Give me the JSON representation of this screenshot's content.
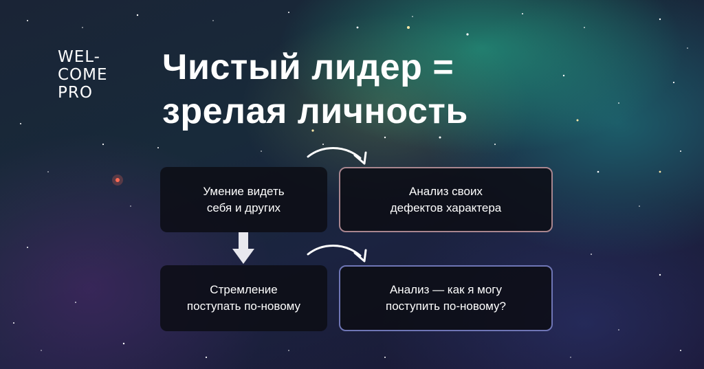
{
  "logo": {
    "line1": "WEL-",
    "line2": "COME",
    "line3": "PRO"
  },
  "headline": {
    "line1": "Чистый лидер =",
    "line2": "зрелая личность"
  },
  "boxes": {
    "top_left": "Умение видеть\nсебя и других",
    "top_right": "Анализ своих\nдефектов характера",
    "bottom_left": "Стремление\nпоступать по-новому",
    "bottom_right": "Анализ — как я могу\nпоступить по-новому?"
  },
  "colors": {
    "box_fill": "#0c0e16",
    "top_right_border": "#a9868f",
    "bottom_right_border": "#6f76b6",
    "text": "#ffffff"
  },
  "icons": {
    "curved_arrow": "curved-arrow-right",
    "down_arrow": "arrow-down"
  }
}
